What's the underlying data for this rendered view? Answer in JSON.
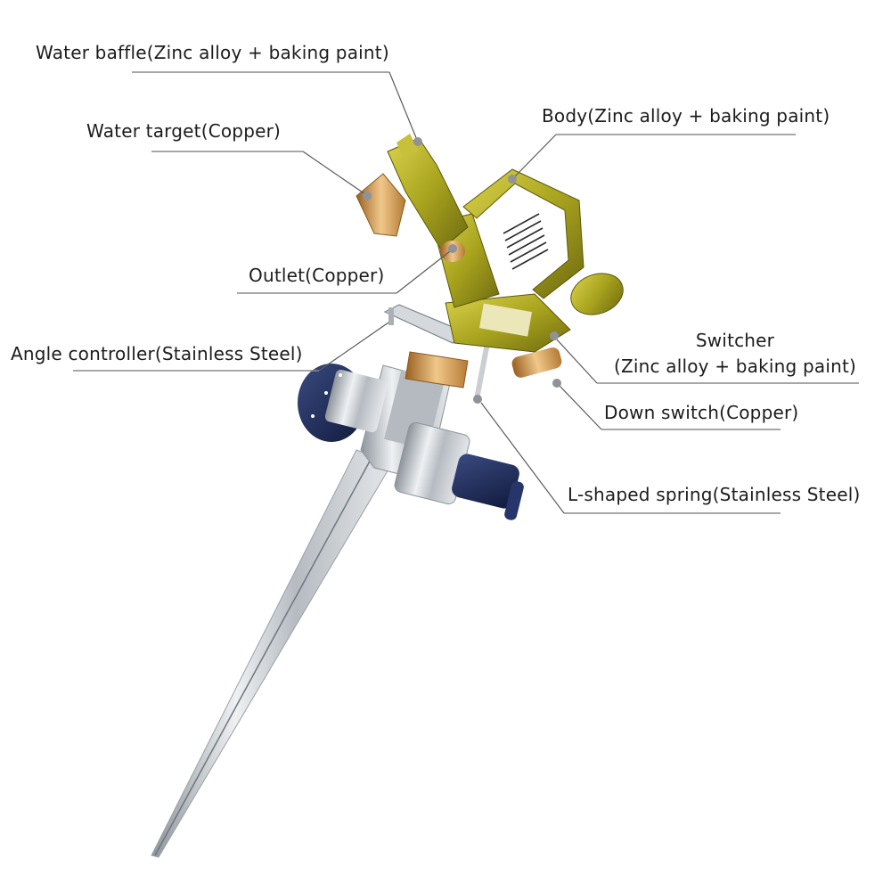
{
  "diagram": {
    "title": "Impulse sprinkler parts",
    "colors": {
      "body": "#a9a41e",
      "body_light": "#d6cf4a",
      "body_dark": "#6e6a10",
      "copper": "#c8893a",
      "copper_light": "#f0c88a",
      "steel": "#c9ced3",
      "steel_dark": "#8d949b",
      "cap_navy": "#1d2a55",
      "leader": "#5a5a5a",
      "text": "#1c1c1c"
    },
    "labels": [
      {
        "id": "water-baffle",
        "text": "Water baffle(Zinc alloy + baking paint)"
      },
      {
        "id": "water-target",
        "text": "Water target(Copper)"
      },
      {
        "id": "body",
        "text": "Body(Zinc alloy + baking paint)"
      },
      {
        "id": "outlet",
        "text": "Outlet(Copper)"
      },
      {
        "id": "angle-controller",
        "text": "Angle controller(Stainless Steel)"
      },
      {
        "id": "switcher",
        "line1": "Switcher",
        "line2": "(Zinc alloy + baking paint)"
      },
      {
        "id": "down-switch",
        "text": "Down switch(Copper)"
      },
      {
        "id": "l-shaped-spring",
        "text": "L-shaped spring(Stainless Steel)"
      }
    ]
  }
}
